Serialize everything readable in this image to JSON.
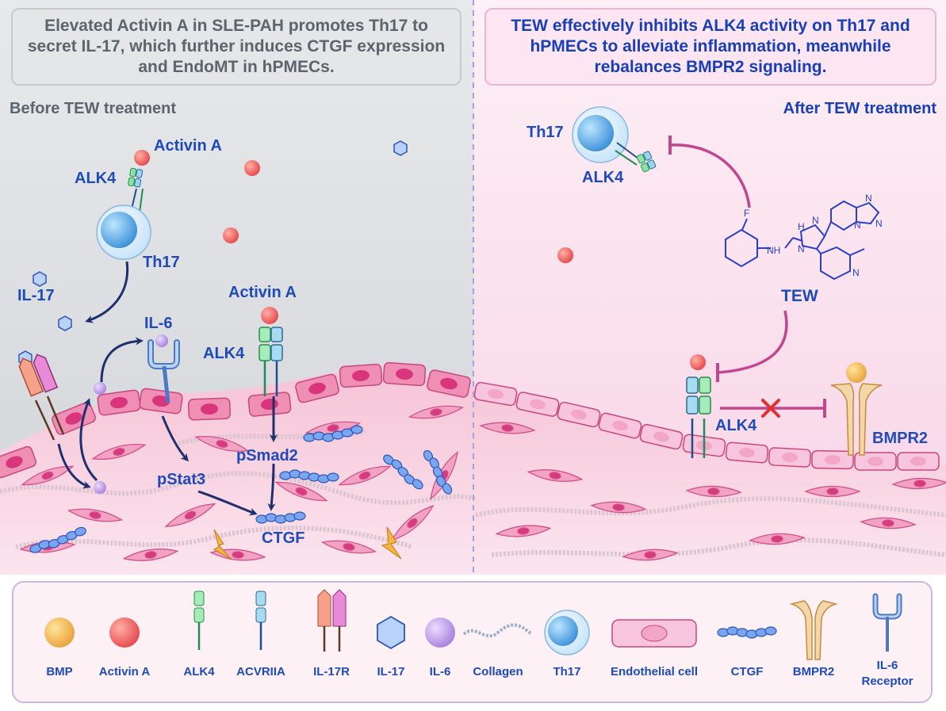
{
  "left_panel": {
    "caption": "Elevated Activin A in SLE-PAH promotes Th17 to secret IL-17, which further induces CTGF expression and EndoMT in hPMECs.",
    "phase_label": "Before TEW treatment",
    "labels": {
      "activin_a_top": "Activin A",
      "alk4_top": "ALK4",
      "th17": "Th17",
      "il17": "IL-17",
      "il6": "IL-6",
      "activin_a_mid": "Activin A",
      "alk4_mid": "ALK4",
      "psmad2": "pSmad2",
      "pstat3": "pStat3",
      "ctgf": "CTGF"
    }
  },
  "right_panel": {
    "caption": "TEW effectively inhibits ALK4 activity on Th17 and hPMECs to alleviate inflammation, meanwhile rebalances BMPR2 signaling.",
    "phase_label": "After TEW treatment",
    "labels": {
      "th17": "Th17",
      "alk4_top": "ALK4",
      "tew": "TEW",
      "alk4_bottom": "ALK4",
      "bmpr2": "BMPR2"
    },
    "molecule_atoms": {
      "f": "F",
      "nh_amine": "NH",
      "h_ring": "H",
      "n_ring1": "N",
      "n_ring2": "N",
      "n_tri1": "N",
      "n_tri2": "N",
      "n_tri3": "N",
      "n_pyr": "N"
    }
  },
  "legend": {
    "items": [
      {
        "label": "BMP",
        "icon": "bmp-icon"
      },
      {
        "label": "Activin A",
        "icon": "activin-a-icon"
      },
      {
        "label": "ALK4",
        "icon": "alk4-icon"
      },
      {
        "label": "ACVRIIA",
        "icon": "acvriia-icon"
      },
      {
        "label": "IL-17R",
        "icon": "il17r-icon"
      },
      {
        "label": "IL-17",
        "icon": "il17-icon"
      },
      {
        "label": "IL-6",
        "icon": "il6-icon"
      },
      {
        "label": "Collagen",
        "icon": "collagen-icon"
      },
      {
        "label": "Th17",
        "icon": "th17-icon"
      },
      {
        "label": "Endothelial cell",
        "icon": "endothelial-cell-icon"
      },
      {
        "label": "CTGF",
        "icon": "ctgf-icon"
      },
      {
        "label": "BMPR2",
        "icon": "bmpr2-icon"
      },
      {
        "label": "IL-6 Receptor",
        "icon": "il6-receptor-icon"
      }
    ]
  },
  "colors": {
    "label_blue": "#1e4bb8",
    "left_bg": "#dfe1e4",
    "right_bg": "#fce0ee",
    "tissue_pink": "#f7c8d8",
    "cell_magenta": "#e2508e",
    "inhibit_purple": "#c2458e",
    "activin_red": "#ee6b6b",
    "bmp_yellow": "#f0b54a"
  }
}
